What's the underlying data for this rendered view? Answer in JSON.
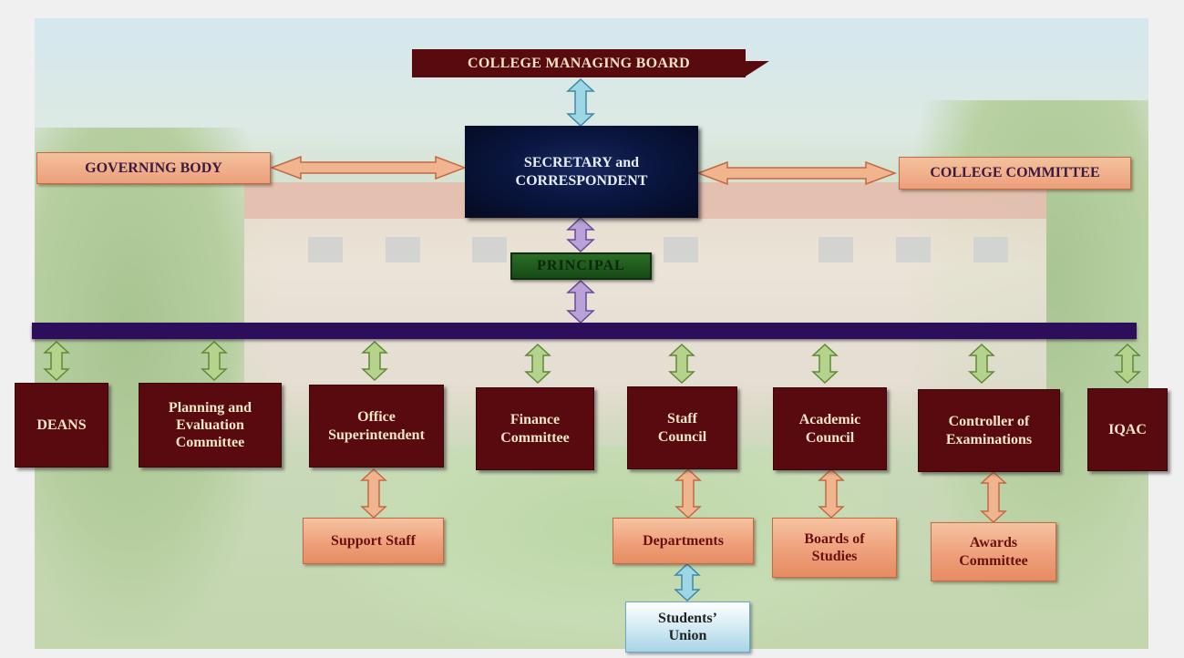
{
  "top": {
    "title_partial": "g                  y"
  },
  "nodes": {
    "board": "COLLEGE MANAGING BOARD",
    "secretary": "SECRETARY and CORRESPONDENT",
    "governing": "GOVERNING BODY",
    "committee": "COLLEGE COMMITTEE",
    "principal": "PRINCIPAL",
    "deans": "DEANS",
    "planning": "Planning and Evaluation Committee",
    "office": "Office Superintendent",
    "finance": "Finance Committee",
    "staff_council": "Staff Council",
    "academic": "Academic Council",
    "controller": "Controller of Examinations",
    "iqac": "IQAC",
    "support": "Support Staff",
    "departments": "Departments",
    "boards_studies": "Boards of Studies",
    "awards": "Awards Committee",
    "students": "Students’ Union"
  },
  "colors": {
    "dark_box": "#580a0e",
    "peach_box": "#eea07a",
    "navy_box": "#0a1640",
    "principal_box": "#1f5a1c",
    "students_box": "#bfe0ee",
    "bar": "#2c0e5a",
    "arrow_blue": "#9fd6e6",
    "arrow_peach": "#f0b58f",
    "arrow_lilac": "#b9a2d8",
    "arrow_green": "#b6d38e"
  }
}
